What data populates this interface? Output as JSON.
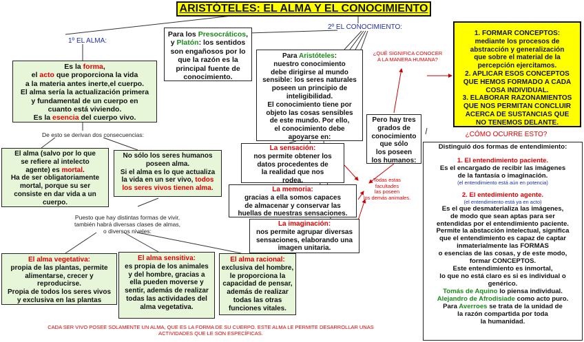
{
  "title": "ARISTÓTELES: EL ALMA Y EL CONOCIMIENTO",
  "branch1_label": "1º EL ALMA:",
  "branch2_label": "2º EL CONOCIMIENTO:",
  "alma_def": {
    "l1a": "Es la ",
    "l1b": "forma",
    "l1c": ",",
    "l2a": "el ",
    "l2b": "acto",
    "l2c": " que proporciona la vida",
    "l3": "a la materia antes inerte,el cuerpo.",
    "l4": "El alma sería la actualización primera",
    "l5": "y fundamental de un cuerpo en",
    "l6": "cuanto está viviendo.",
    "l7a": "Es la ",
    "l7b": "esencia",
    "l7c": " del cuerpo vivo."
  },
  "consequences_label": "De esto se derivan dos consecuencias:",
  "mortal": {
    "l1": "El alma (salvo por lo que",
    "l2": "se refiere al intelecto",
    "l3a": "agente) es ",
    "l3b": "mortal",
    "l3c": ".",
    "l4": "Ha de ser obligatoriamente",
    "l5": "mortal, porque su ser",
    "l6": "consiste en dar vida a un",
    "l7": "cuerpo."
  },
  "todos": {
    "l1": "No sólo los seres humanos",
    "l2": "poseen alma.",
    "l3": "Si el alma es lo que actualiza",
    "l4a": "la vida en un ser vivo, ",
    "l4b": "todos",
    "l5": "los seres vivos tienen alma."
  },
  "clases_label": {
    "l1": "Puesto que hay distintas formas de vivir,",
    "l2": "también habrá diversas clases de almas,",
    "l3": "o diversos niveles:"
  },
  "vegetativa": {
    "t": "El alma vegetativa:",
    "l1": "propia de las plantas, permite",
    "l2": "alimentarse, crecer y",
    "l3": "reproducirse.",
    "l4": "Propia de todos los seres vivos",
    "l5": "y exclusiva en las plantas"
  },
  "sensitiva": {
    "t": "El alma sensitiva:",
    "l1": "es propia de los animales",
    "l2": "y del hombre, gracias a",
    "l3": "ella pueden moverse y",
    "l4": "sentir, además de realizar",
    "l5": "todas las actividades del",
    "l6": "alma vegetativa."
  },
  "racional": {
    "t": "El alma racional:",
    "l1": "exclusiva del hombre,",
    "l2": "le proporciona la",
    "l3": "capacidad de pensar,",
    "l4": "además de realizar",
    "l5": "todas las otras",
    "l6": "funciones vitales."
  },
  "bottom_note": {
    "l1": "CADA SER VIVO POSEE SOLAMENTE UN ALMA, QUE ES LA FORMA DE SU CUERPO. ESTE ALMA LE PERMITE DESARROLLAR UNAS",
    "l2": "ACTIVIDADES QUE LE SON ESPECÍFICAS."
  },
  "presocraticos": {
    "l1a": "Para los ",
    "l1b": "Presocráticos",
    "l1c": ",",
    "l2a": "y ",
    "l2b": "Platón",
    "l2c": ": los sentidos",
    "l3": "son engañosos por lo",
    "l4": "que la razón es la",
    "l5": "principal fuente de",
    "l6": "conocimiento."
  },
  "aristoteles": {
    "l1a": "Para ",
    "l1b": "Aristóteles",
    "l1c": ":",
    "l2": "nuestro conocimiento",
    "l3": "debe dirigirse al mundo",
    "l4": "sensible: los seres naturales",
    "l5": "poseen un principio de",
    "l6": "inteligibilidad.",
    "l7": "El conocimiento tiene por",
    "l8": "objeto las cosas sensibles",
    "l9": "de este mundo. Por ello,",
    "l10": "el conocimiento debe",
    "l11": "apoyarse en:"
  },
  "sensacion": {
    "t": "La sensación:",
    "l1": "nos permite obtener los",
    "l2": "datos procedentes de",
    "l3": "la realidad que nos",
    "l4": "rodea."
  },
  "memoria": {
    "t": "La memoria:",
    "l1": "gracias a ella somos capaces",
    "l2": "de almacenar y conservar las",
    "l3": "huellas de nuestras sensaciones."
  },
  "imaginacion": {
    "t": "La imaginación:",
    "l1": "nos permite agrupar diversas",
    "l2": "sensaciones, elaborando una",
    "l3": "imagen unitaria."
  },
  "facultades_label": {
    "l1": "Todas estas",
    "l2": "facultades",
    "l3": "las poseen",
    "l4": "los demás animales."
  },
  "tres_grados": {
    "l1": "Pero hay tres",
    "l2": "grados de",
    "l3": "conocimiento",
    "l4": "que sólo",
    "l5": "los poseen",
    "l6": "los humanos:"
  },
  "pregunta_conocer": {
    "l1": "¿QUÉ SIGNIFICA CONOCER",
    "l2": "A LA MANERA HUMANA?"
  },
  "yellow_box": {
    "l1": "1. FORMAR CONCEPTOS:",
    "l2": "mediante los procesos de",
    "l3": "abstracción y generalización",
    "l4": "que sobre el material de la",
    "l5": "percepción ejercitamos.",
    "l6": "2. APLICAR ESOS CONCEPTOS",
    "l7": "QUE HEMOS FORMADO A CADA",
    "l8": "COSA INDIVIDUAL.",
    "l9": "3. ELABORAR RAZONAMIENTOS",
    "l10": "QUE NOS PERMITAN CONCLUIR",
    "l11": "ACERCA DE SUSTANCIAS QUE",
    "l12": "NO TENEMOS DELANTE."
  },
  "pregunta_ocurre": "¿CÓMO OCURRE ESTO?",
  "entendimiento": {
    "t": "Distinguió dos formas de entendimiento:",
    "p_title": "1. El entendimiento paciente.",
    "p1": "Es el encargado de recibir las imágenes",
    "p2": "de la fantasía o imaginación.",
    "p_note": "(el entendimiento está aún en potencia)",
    "a_title": "2. El entedimiento agente.",
    "a_note": "(el entendimiento está ya en acto)",
    "a1": "Es el que desmaterializa las imágenes,",
    "a2": "de modo que sean aptas para ser",
    "a3": "entendidas por el entendimiento paciente.",
    "a4": "Permite la abstacción intelectual, significa",
    "a5": "que el entendimiento es capaz de captar",
    "a6": "inmaterialmente las FORMAS",
    "a7": "o esencias de las cosas, y de este modo,",
    "a8": "formar CONCEPTOS.",
    "a9": "Este entendimiento es inmortal,",
    "a10": "lo que no está claro es si es individual o",
    "a11": "genérico.",
    "tomas_a": "Tomás de Aquino",
    "tomas_b": " lo piensa individual.",
    "alej_a": "Alejandro de Afrodisiade",
    "alej_b": " como acto puro.",
    "av_a": "Para ",
    "av_b": "Averroes",
    "av_c": " se trata de la unidad de",
    "av2": "la razón compartida por toda",
    "av3": "la humanidad."
  },
  "colors": {
    "green_box": "#e7f6d9",
    "yellow_box": "#ffff00",
    "red_text": "#e00000",
    "blue_text": "#1f2ea6",
    "dark_green_text": "#1a8a1a"
  }
}
